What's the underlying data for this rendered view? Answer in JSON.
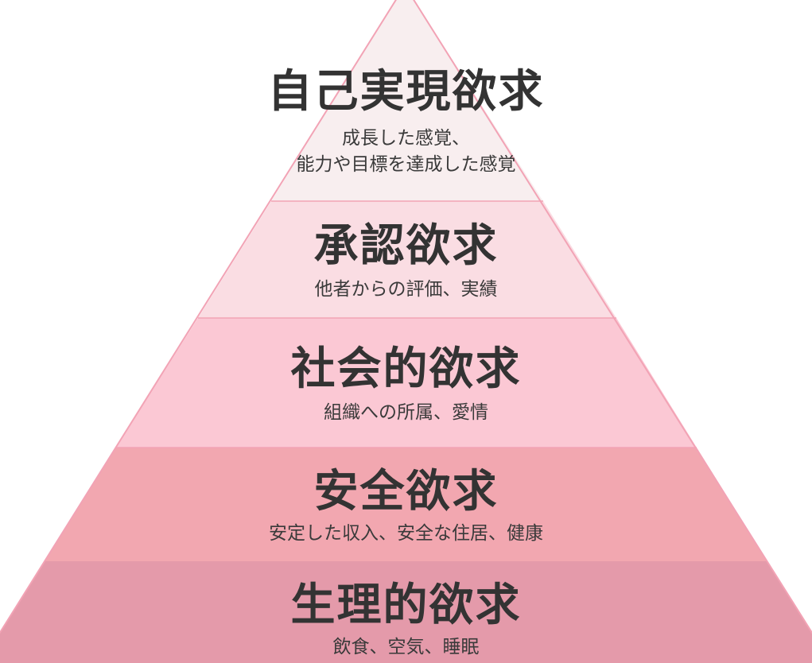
{
  "pyramid": {
    "levels": [
      {
        "title": "自己実現欲求",
        "description_lines": [
          "成長した感覚、",
          "能力や目標を達成した感覚"
        ],
        "fill": "#f8eeef"
      },
      {
        "title": "承認欲求",
        "description_lines": [
          "他者からの評価、実績"
        ],
        "fill": "#fadde3"
      },
      {
        "title": "社会的欲求",
        "description_lines": [
          "組織への所属、愛情"
        ],
        "fill": "#fbc8d4"
      },
      {
        "title": "安全欲求",
        "description_lines": [
          "安定した収入、安全な住居、健康"
        ],
        "fill": "#f2a7b0"
      },
      {
        "title": "生理的欲求",
        "description_lines": [
          "飲食、空気、睡眠"
        ],
        "fill": "#e49aaa"
      }
    ],
    "outline_color": "#f2a3b5"
  }
}
